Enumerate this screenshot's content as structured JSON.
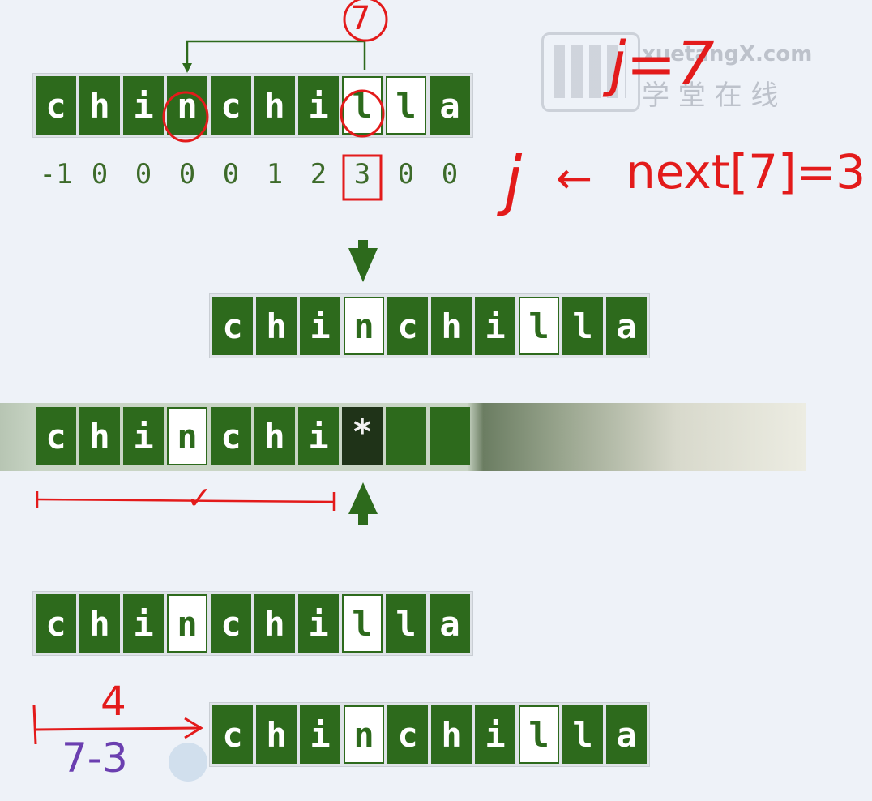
{
  "pattern_chars": [
    "c",
    "h",
    "i",
    "n",
    "c",
    "h",
    "i",
    "l",
    "l",
    "a"
  ],
  "next_values": [
    "-1",
    "0",
    "0",
    "0",
    "0",
    "1",
    "2",
    "3",
    "0",
    "0"
  ],
  "text_chars": [
    "c",
    "h",
    "i",
    "n",
    "c",
    "h",
    "i",
    "*",
    "",
    ""
  ],
  "annotations": {
    "circled_index": "7",
    "j_equals": "j=7",
    "j_assign": "j",
    "next_expr": "next[7]=3",
    "shift_amount": "4",
    "shift_expr": "7-3"
  },
  "watermark": {
    "brand": "xuetangX.com",
    "chinese": "学 堂 在 线"
  },
  "colors": {
    "cell": "#2d6a1c",
    "highlight": "#ffffff",
    "ink_red": "#e31b1b",
    "ink_purple": "#6b3fb0"
  }
}
